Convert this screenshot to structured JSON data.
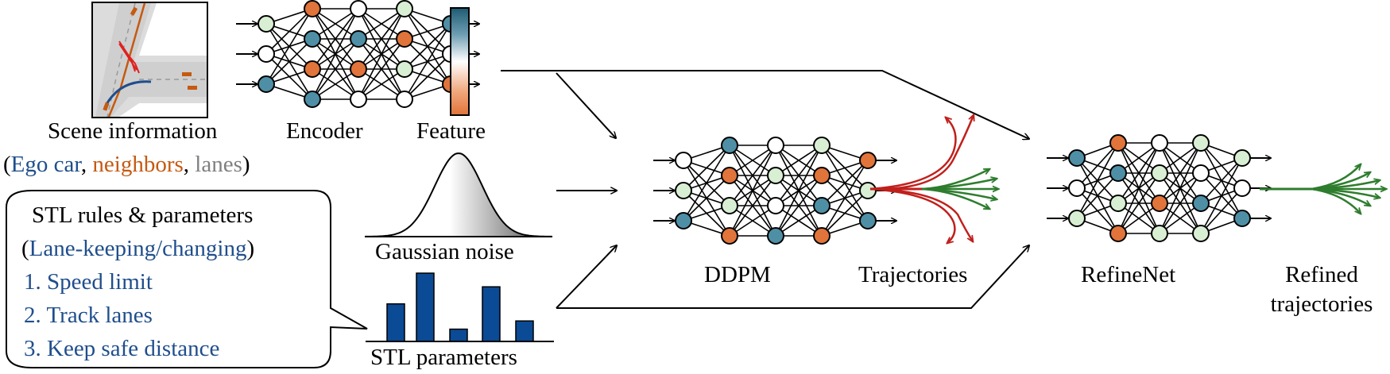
{
  "scene": {
    "label": "Scene information",
    "legend_open": "(",
    "legend_ego": "Ego car",
    "legend_sep1": ", ",
    "legend_neighbors": "neighbors",
    "legend_sep2": ", ",
    "legend_lanes": "lanes",
    "legend_close": ")"
  },
  "encoder": {
    "label": "Encoder"
  },
  "feature": {
    "label": "Feature"
  },
  "noise": {
    "label": "Gaussian noise"
  },
  "stl_params": {
    "label": "STL parameters",
    "bars": [
      0.55,
      1.0,
      0.18,
      0.8,
      0.3
    ]
  },
  "ddpm": {
    "label": "DDPM"
  },
  "trajectories": {
    "label": "Trajectories"
  },
  "refinenet": {
    "label": "RefineNet"
  },
  "refined": {
    "line1": "Refined",
    "line2": "trajectories"
  },
  "callout": {
    "title": "STL rules & parameters",
    "subtitle_open": "(",
    "subtitle": "Lane-keeping/changing",
    "subtitle_close": ")",
    "items": [
      "1. Speed limit",
      "2. Track lanes",
      "3. Keep safe distance"
    ]
  },
  "colors": {
    "teal": "#4e8fa6",
    "orange": "#e0743a",
    "light_green": "#d9efd3",
    "white": "#ffffff",
    "bar_blue": "#0b4a94",
    "text_blue": "#1f4e8c",
    "text_orange": "#c55a11",
    "text_gray": "#808080",
    "traj_red": "#c0201c",
    "traj_green": "#2e7d2e"
  }
}
